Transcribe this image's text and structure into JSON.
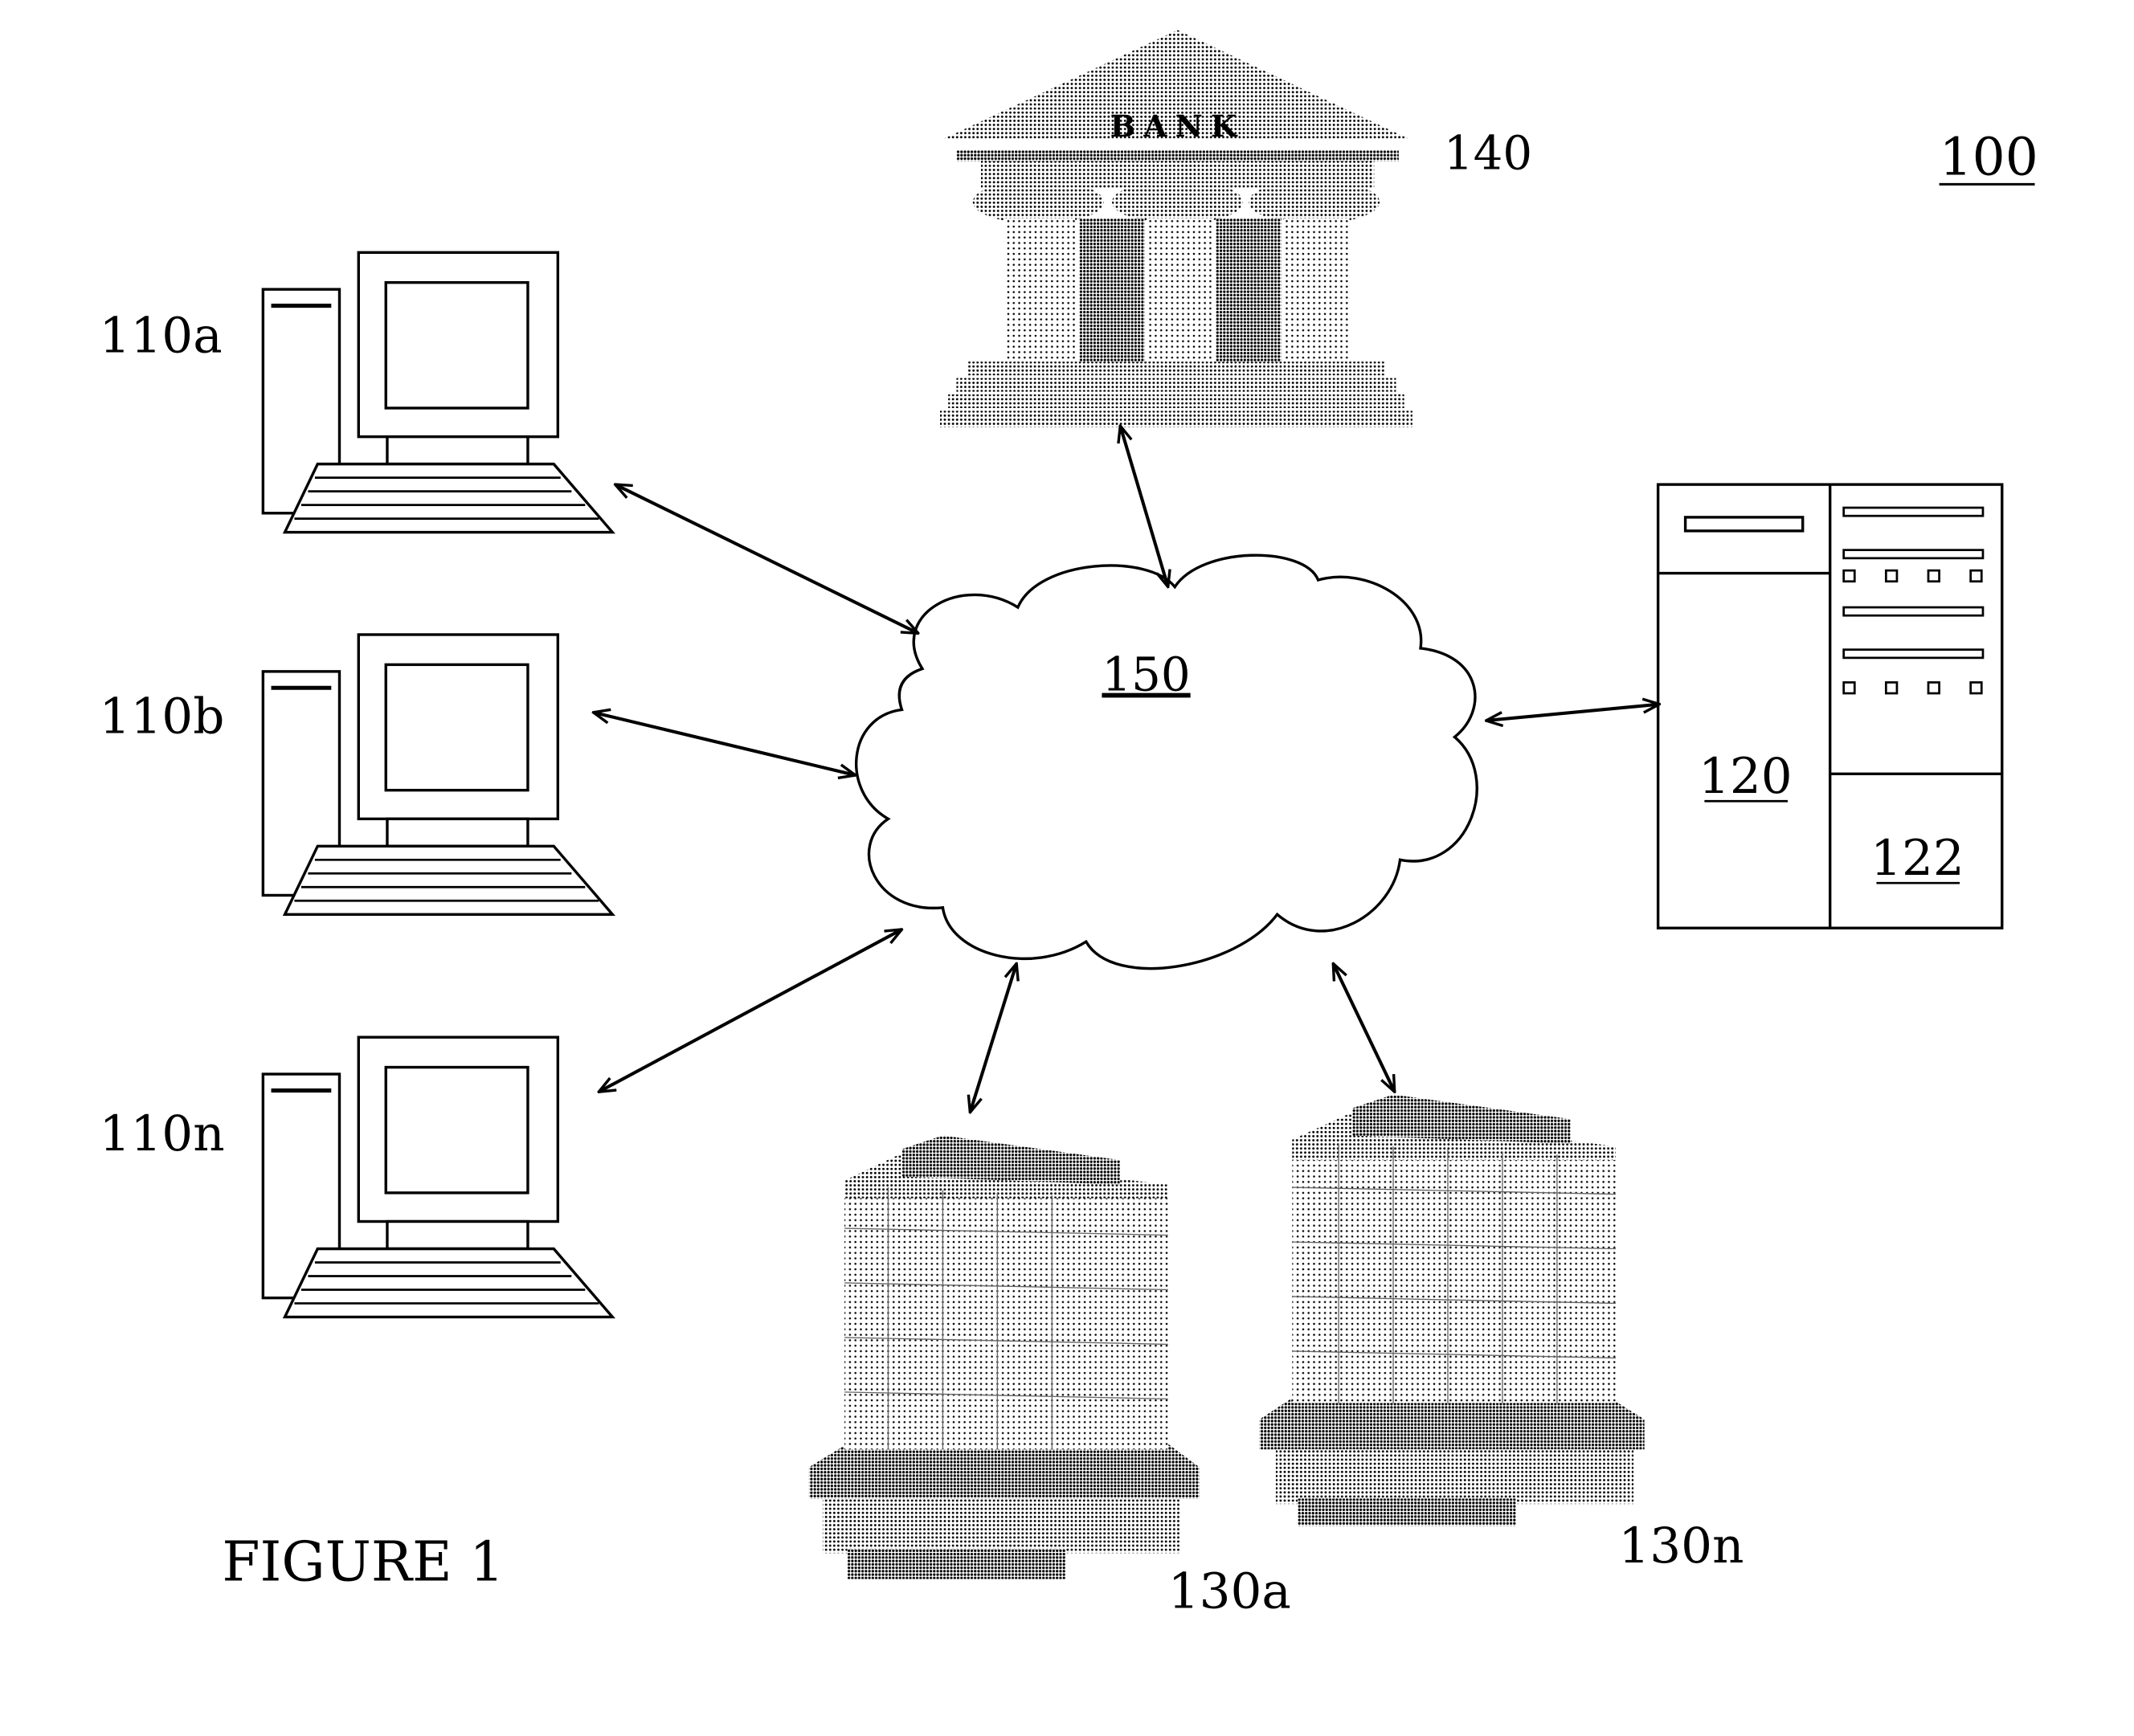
{
  "figure": {
    "system_ref": "100",
    "caption": "FIGURE 1"
  },
  "nodes": {
    "computers": [
      {
        "ref": "110a"
      },
      {
        "ref": "110b"
      },
      {
        "ref": "110n"
      }
    ],
    "server": {
      "ref": "120",
      "storage_ref": "122"
    },
    "buildings": [
      {
        "ref": "130a"
      },
      {
        "ref": "130n"
      }
    ],
    "bank": {
      "ref": "140",
      "sign": "BANK"
    },
    "network": {
      "ref": "150"
    }
  }
}
